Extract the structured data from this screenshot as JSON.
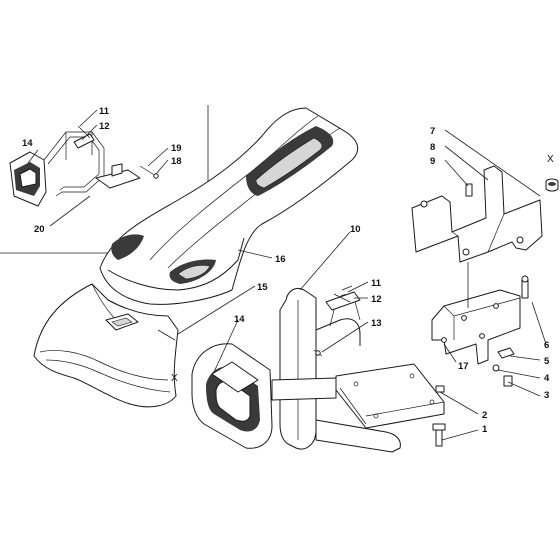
{
  "callouts": {
    "c1": "1",
    "c2": "2",
    "c3": "3",
    "c4": "4",
    "c5": "5",
    "c6": "6",
    "c7": "7",
    "c8": "8",
    "c9": "9",
    "c10": "10",
    "c11a": "11",
    "c11b": "11",
    "c12a": "12",
    "c12b": "12",
    "c13": "13",
    "c14a": "14",
    "c14b": "14",
    "c15": "15",
    "c16": "16",
    "c17": "17",
    "c18": "18",
    "c19": "19",
    "c20": "20"
  },
  "markers": {
    "x_left": "X",
    "x_right": "X"
  },
  "icons": {
    "fender": "front-fender-icon",
    "hood": "hood-cover-icon"
  }
}
